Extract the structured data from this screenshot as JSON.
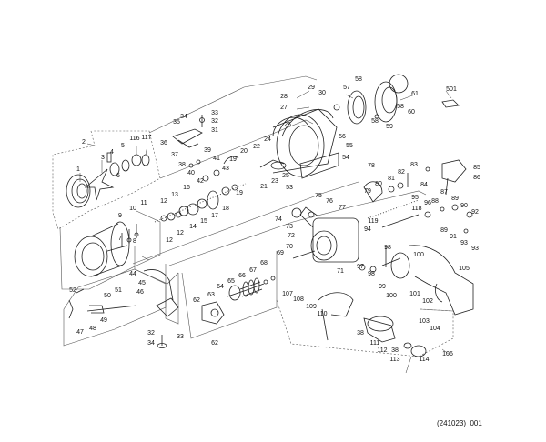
{
  "diagram": {
    "reference_code": "(241023)_001",
    "part_labels": {
      "p1": "1",
      "p2": "2",
      "p3": "3",
      "p4": "4",
      "p5": "5",
      "p6": "6",
      "p7": "7",
      "p8": "8",
      "p9": "9",
      "p10": "10",
      "p11": "11",
      "p12a": "12",
      "p12b": "12",
      "p12c": "12",
      "p13": "13",
      "p14": "14",
      "p15": "15",
      "p16": "16",
      "p17": "17",
      "p18": "18",
      "p19a": "19",
      "p19b": "19",
      "p20": "20",
      "p21": "21",
      "p22": "22",
      "p23": "23",
      "p24": "24",
      "p25": "25",
      "p26": "26",
      "p27": "27",
      "p28": "28",
      "p29": "29",
      "p30": "30",
      "p31": "31",
      "p32a": "32",
      "p32b": "32",
      "p33a": "33",
      "p33b": "33",
      "p34a": "34",
      "p34b": "34",
      "p35": "35",
      "p36": "36",
      "p37": "37",
      "p38a": "38",
      "p38b": "38",
      "p38c": "38",
      "p39": "39",
      "p40": "40",
      "p41": "41",
      "p42": "42",
      "p43": "43",
      "p44": "44",
      "p45": "45",
      "p46": "46",
      "p47": "47",
      "p48": "48",
      "p49": "49",
      "p50": "50",
      "p51": "51",
      "p52": "52",
      "p53": "53",
      "p54": "54",
      "p55": "55",
      "p56": "56",
      "p57": "57",
      "p58a": "58",
      "p58b": "58",
      "p58c": "58",
      "p59": "59",
      "p60": "60",
      "p61": "61",
      "p62a": "62",
      "p62b": "62",
      "p63": "63",
      "p64": "64",
      "p65": "65",
      "p66": "66",
      "p67": "67",
      "p68": "68",
      "p69": "69",
      "p70": "70",
      "p71": "71",
      "p72": "72",
      "p73": "73",
      "p74": "74",
      "p75": "75",
      "p76": "76",
      "p77": "77",
      "p78": "78",
      "p79": "79",
      "p80": "80",
      "p81": "81",
      "p82": "82",
      "p83": "83",
      "p84": "84",
      "p85": "85",
      "p86": "86",
      "p87": "87",
      "p88": "88",
      "p89a": "89",
      "p89b": "89",
      "p90": "90",
      "p91": "91",
      "p92": "92",
      "p93a": "93",
      "p93b": "93",
      "p94": "94",
      "p95": "95",
      "p96": "96",
      "p97": "97",
      "p98a": "98",
      "p98b": "98",
      "p99": "99",
      "p100a": "100",
      "p100b": "100",
      "p101": "101",
      "p102": "102",
      "p103": "103",
      "p104": "104",
      "p105": "105",
      "p106": "106",
      "p107": "107",
      "p108": "108",
      "p109": "109",
      "p110": "110",
      "p111": "111",
      "p112": "112",
      "p113": "113",
      "p114": "114",
      "p116": "116",
      "p117": "117",
      "p118": "118",
      "p119": "119",
      "p501": "501"
    }
  }
}
